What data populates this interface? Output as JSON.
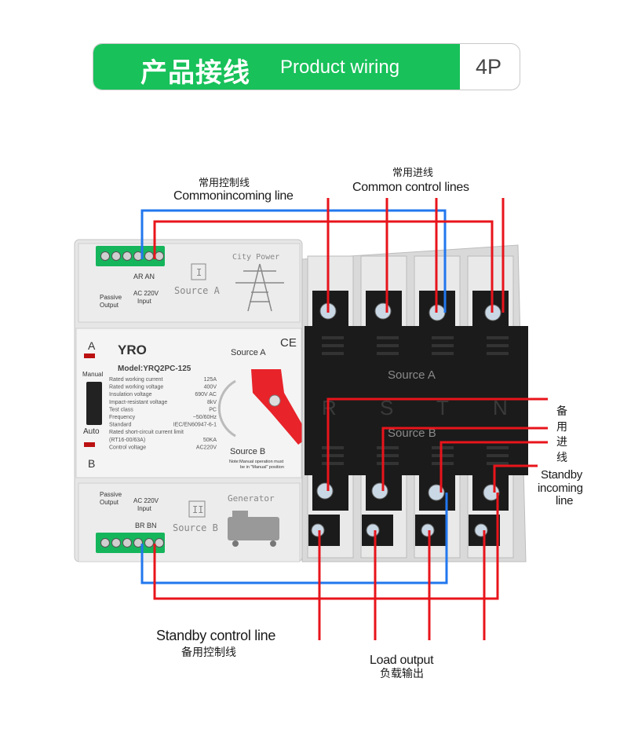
{
  "header": {
    "title_cn": "产品接线",
    "title_en": "Product wiring",
    "pole_badge": "4P"
  },
  "labels": {
    "common_control_cn": "常用控制线",
    "common_control_en": "Commonincoming line",
    "common_incoming_cn": "常用进线",
    "common_incoming_en": "Common control lines",
    "standby_incoming_cn": [
      "备",
      "用",
      "进",
      "线"
    ],
    "standby_incoming_en_1": "Standby",
    "standby_incoming_en_2": "incoming",
    "standby_incoming_en_3": "line",
    "standby_control_en": "Standby control line",
    "standby_control_cn": "备用控制线",
    "load_output_en": "Load output",
    "load_output_cn": "负载输出"
  },
  "device": {
    "top_module": {
      "source_label": "Source A",
      "roman": "I",
      "power_label": "City Power",
      "terminal_labels": "AR AN",
      "terminal_input": "AC 220V",
      "terminal_input2": "Input",
      "passive": "Passive",
      "output": "Output"
    },
    "bottom_module": {
      "source_label": "Source B",
      "roman": "II",
      "power_label": "Generator",
      "terminal_labels": "BR BN",
      "passive": "Passive",
      "output": "Output",
      "terminal_input": "AC 220V",
      "terminal_input2": "Input"
    },
    "panel": {
      "brand": "YRO",
      "ce": "CE",
      "model": "Model:YRQ2PC-125",
      "side_a": "A",
      "side_b": "B",
      "manual": "Manual",
      "auto": "Auto",
      "source_a": "Source A",
      "source_b": "Source B",
      "note_1": "Note:Manual operation must",
      "note_2": "be in \"Manual\" position",
      "specs": [
        [
          "Rated working current",
          "125A"
        ],
        [
          "Rated working voltage",
          "400V"
        ],
        [
          "Insulation voltage",
          "690V AC"
        ],
        [
          "Impact-resistant voltage",
          "8kV"
        ],
        [
          "Test class",
          "PC"
        ],
        [
          "Frequency",
          "~50/60Hz"
        ],
        [
          "Standard",
          "IEC/EN60947-6-1"
        ],
        [
          "Rated short-circuit current limit",
          ""
        ],
        [
          "(RT16-00/63A)",
          "50KA"
        ],
        [
          "Control voltage",
          "AC220V"
        ]
      ]
    },
    "breaker": {
      "source_a": "Source A",
      "source_b": "Source B",
      "phases": [
        "R",
        "S",
        "T",
        "N"
      ]
    }
  },
  "colors": {
    "banner_green": "#18c15a",
    "wire_red": "#e8141b",
    "wire_blue": "#2277ee",
    "breaker_black": "#1b1b1b",
    "device_gray": "#e6e6e6"
  }
}
